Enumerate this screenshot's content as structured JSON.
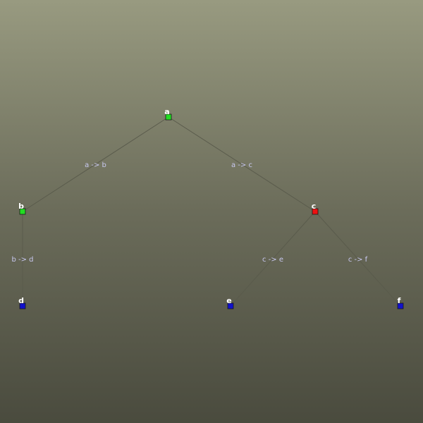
{
  "diagram": {
    "nodes": [
      {
        "id": "a",
        "label": "a",
        "color": "#22dd22"
      },
      {
        "id": "b",
        "label": "b",
        "color": "#22dd22"
      },
      {
        "id": "c",
        "label": "c",
        "color": "#ee1111"
      },
      {
        "id": "d",
        "label": "d",
        "color": "#1111cc"
      },
      {
        "id": "e",
        "label": "e",
        "color": "#1111cc"
      },
      {
        "id": "f",
        "label": "f",
        "color": "#1111cc"
      }
    ],
    "edges": [
      {
        "from": "a",
        "to": "b",
        "label": "a -> b"
      },
      {
        "from": "a",
        "to": "c",
        "label": "a -> c"
      },
      {
        "from": "b",
        "to": "d",
        "label": "b -> d"
      },
      {
        "from": "c",
        "to": "e",
        "label": "c -> e"
      },
      {
        "from": "c",
        "to": "f",
        "label": "c -> f"
      }
    ]
  }
}
